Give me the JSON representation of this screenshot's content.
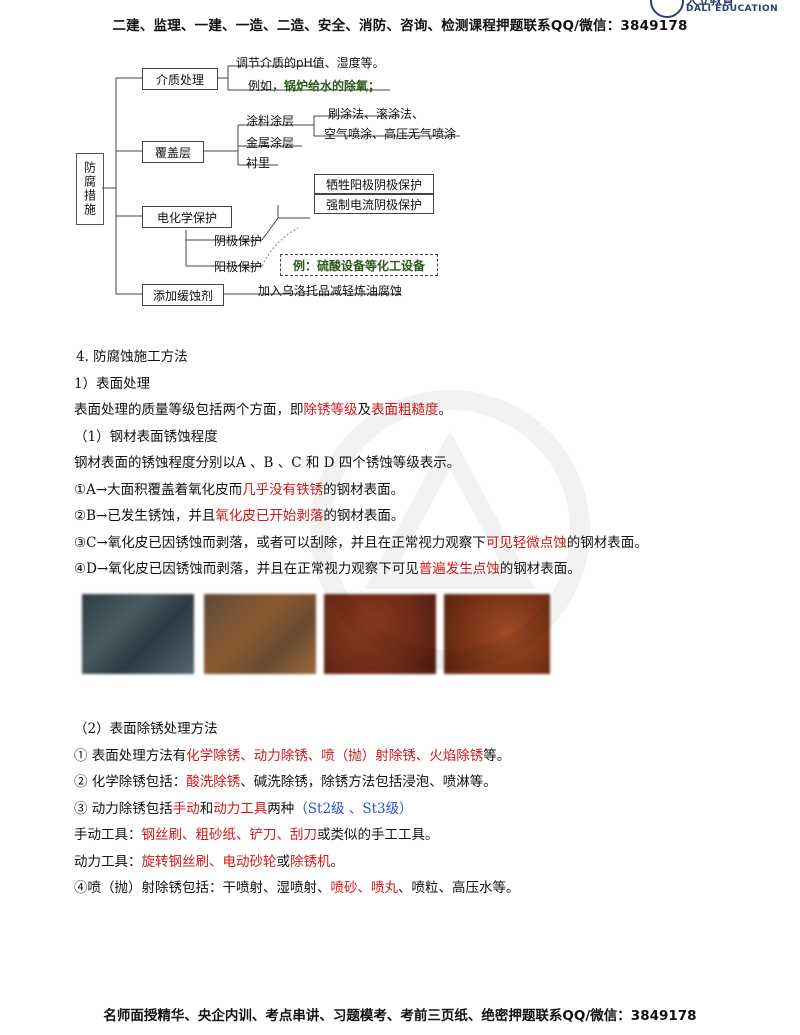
{
  "header": {
    "text": "二建、监理、一建、一造、二造、安全、消防、咨询、检测课程押题联系QQ/微信：3849178",
    "logo_cn": "大立教育",
    "logo_en": "DALI EDUCATION"
  },
  "diagram": {
    "root": "防腐措施",
    "b1": "介质处理",
    "b1_l1": "调节介质的pH值、湿度等。",
    "b1_l2a": "例如，",
    "b1_l2b": "锅炉给水的除氧；",
    "b2": "覆盖层",
    "b2_c1": "涂料涂层",
    "b2_c1_d1": "刷涂法、滚涂法、",
    "b2_c1_d2": "空气喷涂、高压无气喷涂",
    "b2_c2": "金属涂层",
    "b2_c3": "衬里",
    "b3": "电化学保护",
    "b3_p1": "牺牲阳极阴极保护",
    "b3_p2": "强制电流阴极保护",
    "b3_c1": "阴极保护",
    "b3_c2": "阳极保护",
    "b3_c2_note": "例：硫酸设备等化工设备",
    "b4": "添加缓蚀剂",
    "b4_note": "加入乌洛托品减轻炼油腐蚀"
  },
  "content": {
    "sec4": "4. 防腐蚀施工方法",
    "sub1": "1）表面处理",
    "p1a": "表面处理的质量等级包括两个方面，即",
    "p1b": "除锈等级",
    "p1c": "及",
    "p1d": "表面粗糙度",
    "p1e": "。",
    "h1": "（1）钢材表面锈蚀程度",
    "p2": "钢材表面的锈蚀程度分别以A 、B 、C 和 D 四个锈蚀等级表示。",
    "a1": "①A→大面积覆盖着氧化皮而",
    "a2": "几乎没有铁锈",
    "a3": "的钢材表面。",
    "b1": "②B→已发生锈蚀，并且",
    "b2": "氧化皮已开始剥落",
    "b3": "的钢材表面。",
    "c1": "③C→氧化皮已因锈蚀而剥落，或者可以刮除，并且在正常视力观察下",
    "c2": "可见轻微点蚀",
    "c3": "的钢材表面。",
    "d1": "④D→氧化皮已因锈蚀而剥落，并且在正常视力观察下可见",
    "d2": "普遍发生点蚀",
    "d3": "的钢材表面。",
    "h2": "（2）表面除锈处理方法",
    "m1a": "① 表面处理方法有",
    "m1b": "化学除锈、动力除锈、喷（抛）射除锈、火焰除锈",
    "m1c": "等。",
    "m2a": "② 化学除锈包括：",
    "m2b": "酸洗除锈",
    "m2c": "、碱洗除锈，除锈方法包括浸泡、喷淋等。",
    "m3a": "③ 动力除锈包括",
    "m3b": "手动",
    "m3c": "和",
    "m3d": "动力工具",
    "m3e": "两种",
    "m3f": "（St2级 、St3级）",
    "m4a": "手动工具：",
    "m4b": "钢丝刷、粗砂纸、铲刀、刮刀",
    "m4c": "或类似的手工工具。",
    "m5a": "动力工具：",
    "m5b": "旋转钢丝刷、电动砂轮",
    "m5c": "或",
    "m5d": "除锈机",
    "m5e": "。",
    "m6a": "④喷（抛）射除锈包括：干喷射、湿喷射、",
    "m6b": "喷砂、喷丸",
    "m6c": "、喷粒、高压水等。"
  },
  "footer": {
    "text": "名师面授精华、央企内训、考点串讲、习题模考、考前三页纸、绝密押题联系QQ/微信：3849178"
  },
  "colors": {
    "red": "#d01818",
    "blue": "#2a4fd6",
    "green": "#2a5a1a"
  }
}
